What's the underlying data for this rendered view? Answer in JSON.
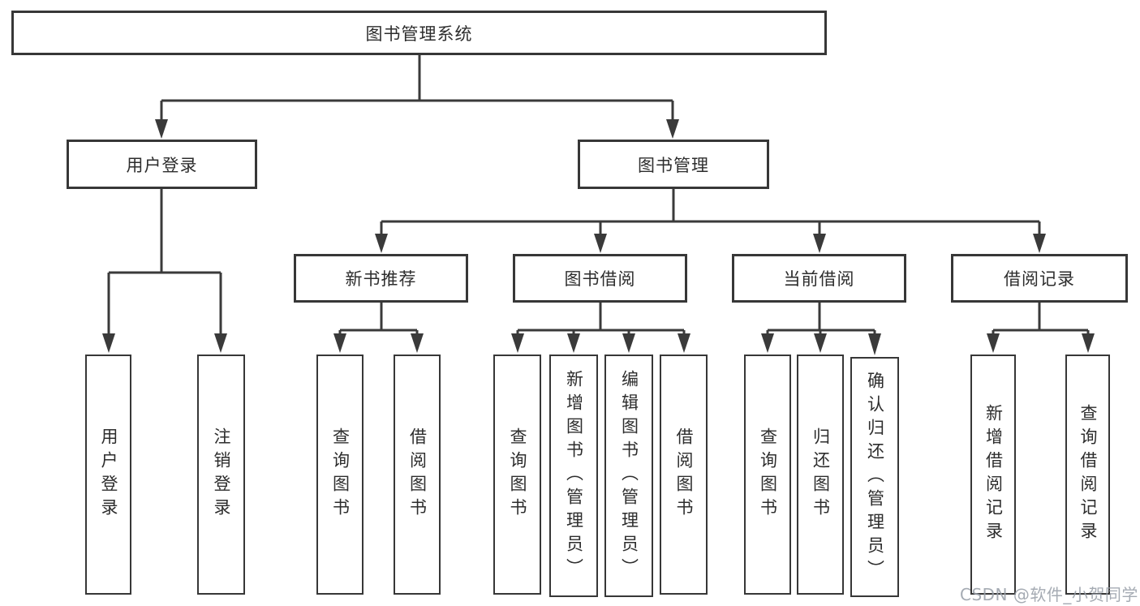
{
  "diagram": {
    "root": "图书管理系统",
    "login_branch": {
      "label": "用户登录",
      "children": [
        "用户登录",
        "注销登录"
      ]
    },
    "manage_branch": {
      "label": "图书管理",
      "groups": [
        {
          "label": "新书推荐",
          "children": [
            "查询图书",
            "借阅图书"
          ]
        },
        {
          "label": "图书借阅",
          "children": [
            "查询图书",
            "新增图书（管理员）",
            "编辑图书（管理员）",
            "借阅图书"
          ]
        },
        {
          "label": "当前借阅",
          "children": [
            "查询图书",
            "归还图书",
            "确认归还（管理员）"
          ]
        },
        {
          "label": "借阅记录",
          "children": [
            "新增借阅记录",
            "查询借阅记录"
          ]
        }
      ]
    }
  },
  "colors": {
    "line": "#3a3a3a",
    "box_border": "#373737",
    "text": "#2d2d2d",
    "watermark": "#989fa8",
    "background": "#ffffff"
  },
  "watermark": "CSDN @软件_小贺同学"
}
